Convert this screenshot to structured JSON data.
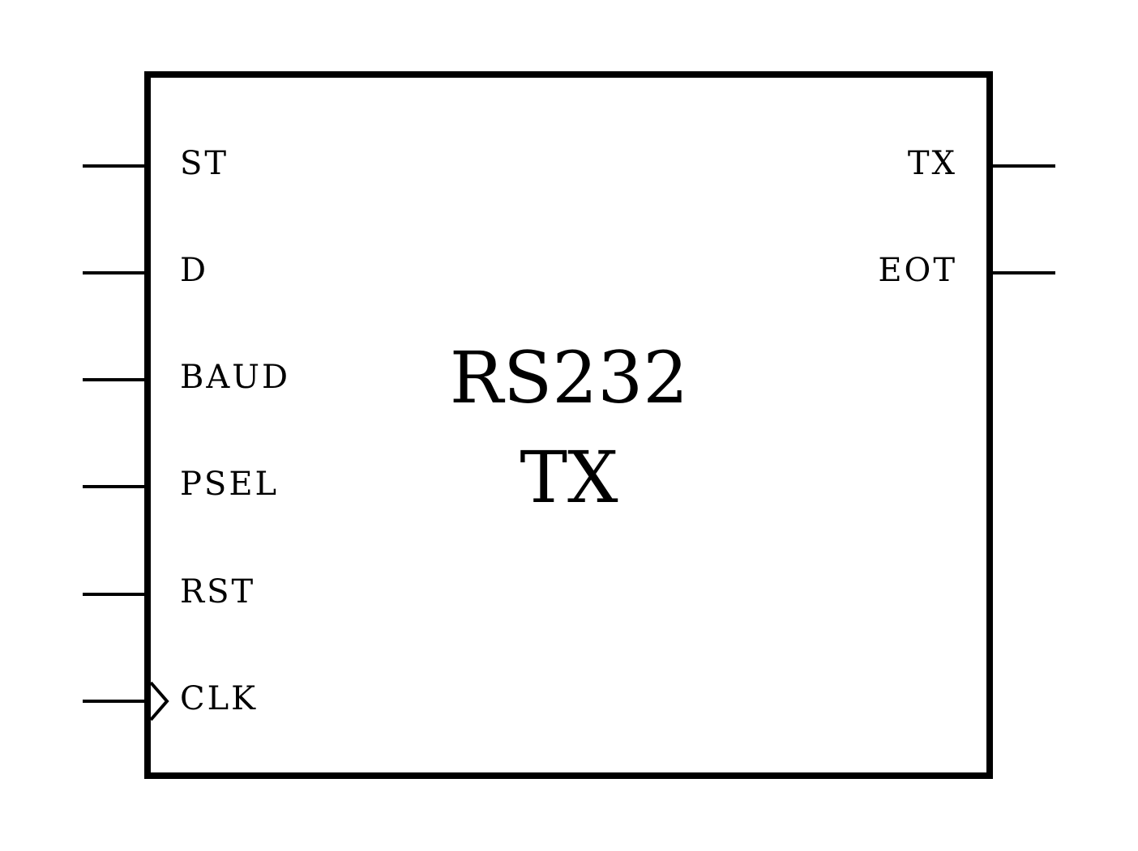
{
  "block": {
    "title_line1": "RS232",
    "title_line2": "TX"
  },
  "inputs": [
    {
      "name": "ST"
    },
    {
      "name": "D"
    },
    {
      "name": "BAUD"
    },
    {
      "name": "PSEL"
    },
    {
      "name": "RST"
    },
    {
      "name": "CLK",
      "clock": true
    }
  ],
  "outputs": [
    {
      "name": "TX"
    },
    {
      "name": "EOT"
    }
  ],
  "colors": {
    "stroke": "#000000",
    "background": "#ffffff"
  }
}
